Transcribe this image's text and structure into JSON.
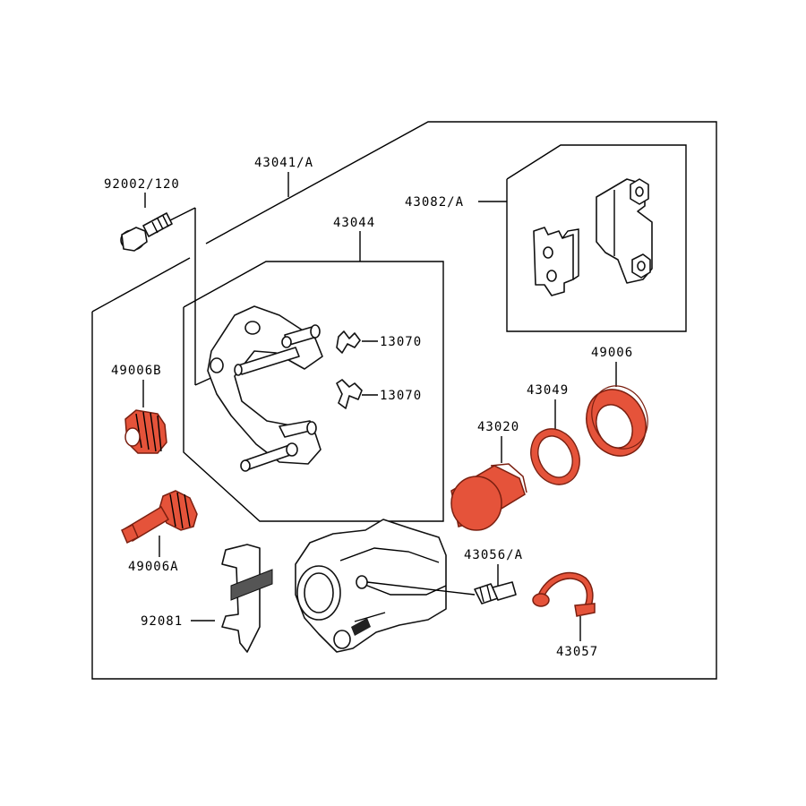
{
  "parts": [
    {
      "id": "92002_120",
      "number": "92002/120"
    },
    {
      "id": "43041_A",
      "number": "43041/A"
    },
    {
      "id": "43082_A",
      "number": "43082/A"
    },
    {
      "id": "43044",
      "number": "43044"
    },
    {
      "id": "13070_a",
      "number": "13070"
    },
    {
      "id": "13070_b",
      "number": "13070"
    },
    {
      "id": "49006B",
      "number": "49006B"
    },
    {
      "id": "49006",
      "number": "49006"
    },
    {
      "id": "43049",
      "number": "43049"
    },
    {
      "id": "43020",
      "number": "43020"
    },
    {
      "id": "49006A",
      "number": "49006A"
    },
    {
      "id": "43056_A",
      "number": "43056/A"
    },
    {
      "id": "92081",
      "number": "92081"
    },
    {
      "id": "43057",
      "number": "43057"
    }
  ],
  "highlight_color": "#e5533a"
}
